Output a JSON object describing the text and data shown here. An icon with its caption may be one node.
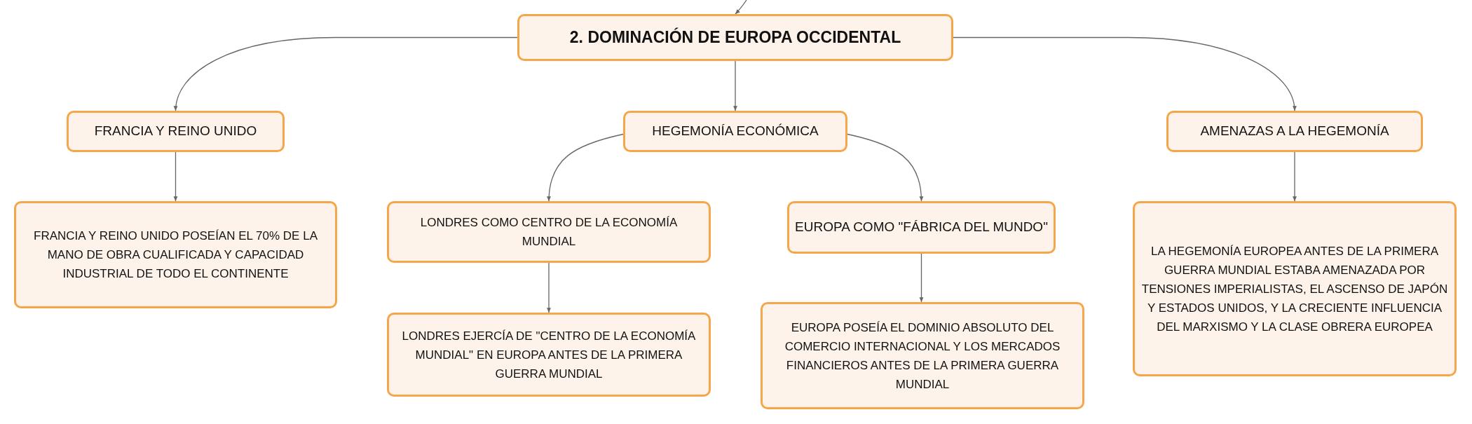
{
  "diagram": {
    "nodes": [
      {
        "text": [
          "2. DOMINACIÓN DE EUROPA OCCIDENTAL"
        ]
      },
      {
        "text": [
          "FRANCIA Y REINO UNIDO"
        ]
      },
      {
        "text": [
          "HEGEMONÍA ECONÓMICA"
        ]
      },
      {
        "text": [
          "AMENAZAS A LA HEGEMONÍA"
        ]
      },
      {
        "text": [
          "FRANCIA Y REINO UNIDO POSEÍAN EL 70% DE LA MANO DE OBRA CUALIFICADA Y CAPACIDAD INDUSTRIAL DE TODO EL CONTINENTE"
        ]
      },
      {
        "text": [
          "LONDRES COMO CENTRO DE LA ECONOMÍA MUNDIAL"
        ]
      },
      {
        "text": [
          "EUROPA COMO \"FÁBRICA DEL MUNDO\""
        ]
      },
      {
        "text": [
          "LA HEGEMONÍA EUROPEA ANTES DE LA PRIMERA GUERRA MUNDIAL ESTABA AMENAZADA POR TENSIONES IMPERIALISTAS, EL ASCENSO DE JAPÓN Y ESTADOS UNIDOS, Y LA CRECIENTE INFLUENCIA DEL MARXISMO Y LA CLASE OBRERA EUROPEA"
        ]
      },
      {
        "text": [
          "LONDRES EJERCÍA DE \"CENTRO DE LA ECONOMÍA MUNDIAL\" EN EUROPA ANTES DE LA PRIMERA GUERRA MUNDIAL"
        ]
      },
      {
        "text": [
          "EUROPA POSEÍA EL DOMINIO ABSOLUTO DEL COMERCIO INTERNACIONAL Y LOS MERCADOS FINANCIEROS ANTES DE LA PRIMERA GUERRA MUNDIAL"
        ]
      }
    ],
    "edges": [
      {
        "from": null,
        "to": 0,
        "arrow": "to"
      },
      {
        "from": 0,
        "to": 1,
        "arrow": "to"
      },
      {
        "from": 0,
        "to": 2,
        "arrow": "to"
      },
      {
        "from": 0,
        "to": 3,
        "arrow": "to"
      },
      {
        "from": 1,
        "to": 4,
        "arrow": "to"
      },
      {
        "from": 2,
        "to": 5,
        "arrow": "to"
      },
      {
        "from": 2,
        "to": 6,
        "arrow": "to"
      },
      {
        "from": 3,
        "to": 7,
        "arrow": "to"
      },
      {
        "from": 5,
        "to": 8,
        "arrow": "to"
      },
      {
        "from": 6,
        "to": 9,
        "arrow": "to"
      }
    ]
  }
}
